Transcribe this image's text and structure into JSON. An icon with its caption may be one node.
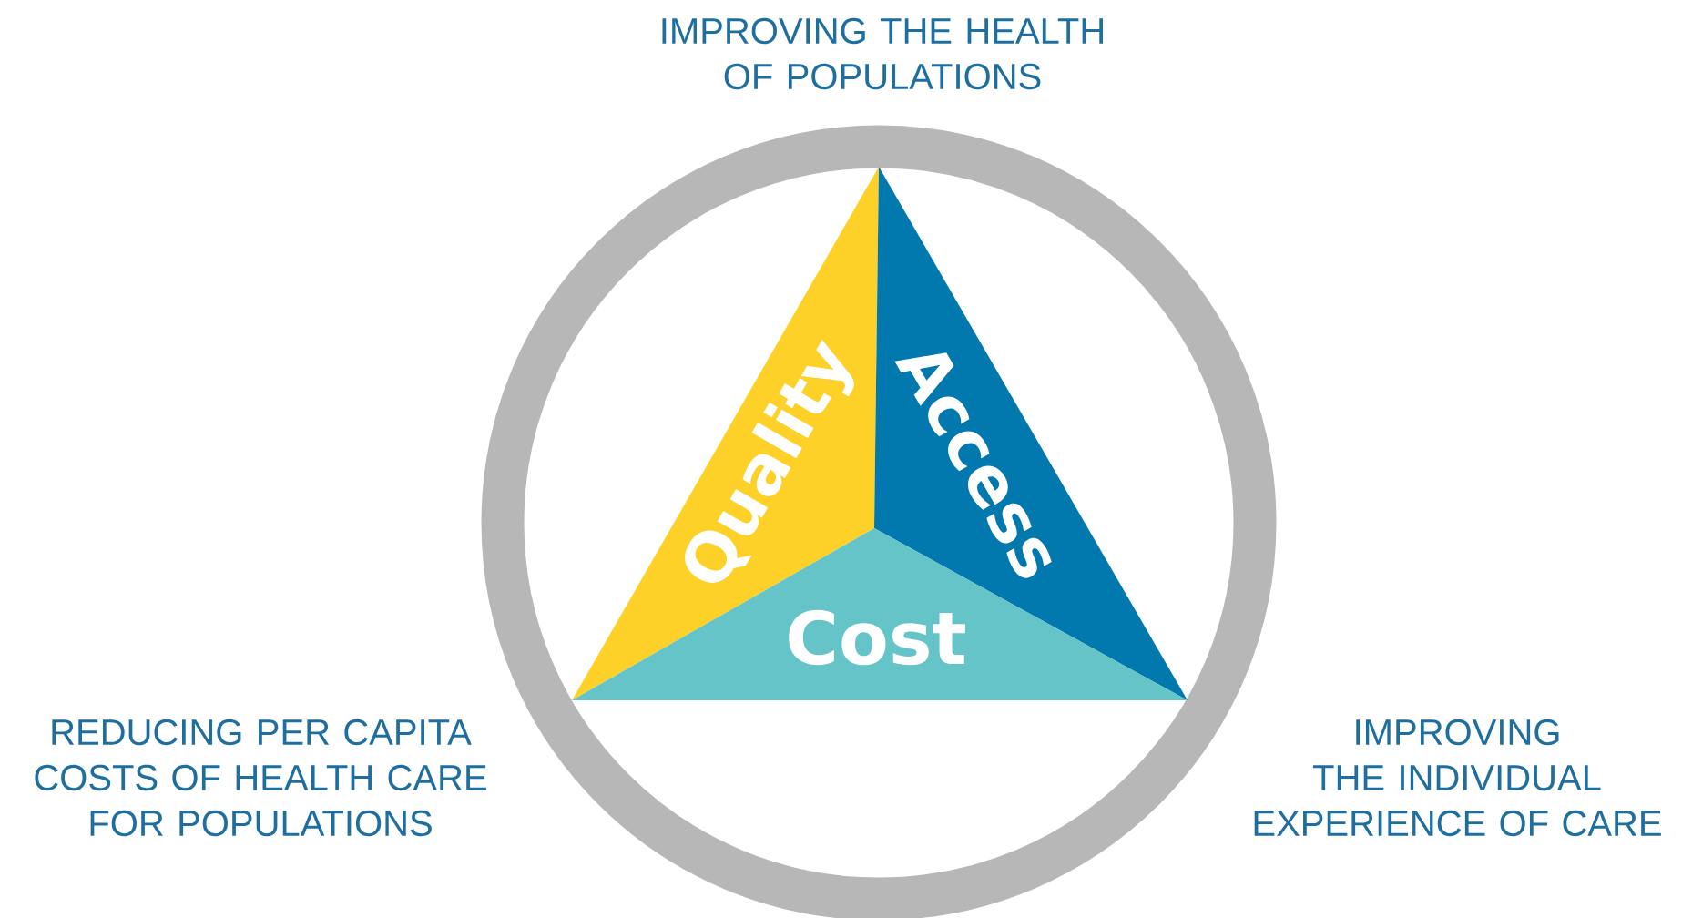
{
  "diagram": {
    "nodes": [
      {
        "text": [
          "Quality"
        ]
      },
      {
        "text": [
          "Access"
        ]
      },
      {
        "text": [
          "Cost"
        ]
      }
    ],
    "labels": [
      "IMPROVING THE HEALTH OF POPULATIONS",
      "REDUCING PER CAPITA COSTS OF HEALTH CARE FOR POPULATIONS",
      "IMPROVING THE INDIVIDUAL EXPERIENCE OF CARE"
    ]
  }
}
